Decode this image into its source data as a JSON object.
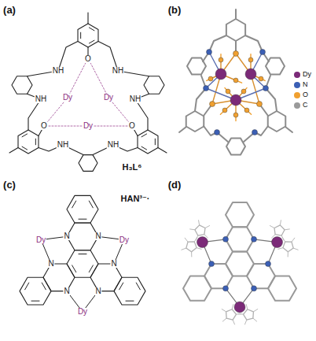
{
  "diagram": {
    "labels": [
      "(a)",
      "H₃L⁶",
      "NH",
      "NH",
      "NH",
      "NH",
      "NH",
      "NH",
      "Dy",
      "Dy",
      "Dy",
      "O",
      "O",
      "O",
      "(b)",
      "(c)",
      "HAN³⁻·",
      "Dy",
      "Dy",
      "Dy",
      "N",
      "N",
      "N",
      "N",
      "N",
      "N",
      "(d)"
    ],
    "legend": [
      {
        "text": "Dy",
        "color": "#7b2a78"
      },
      {
        "text": "N",
        "color": "#3b5fb5"
      },
      {
        "text": "O",
        "color": "#f0a030"
      },
      {
        "text": "C",
        "color": "#9a9a9a"
      }
    ]
  }
}
